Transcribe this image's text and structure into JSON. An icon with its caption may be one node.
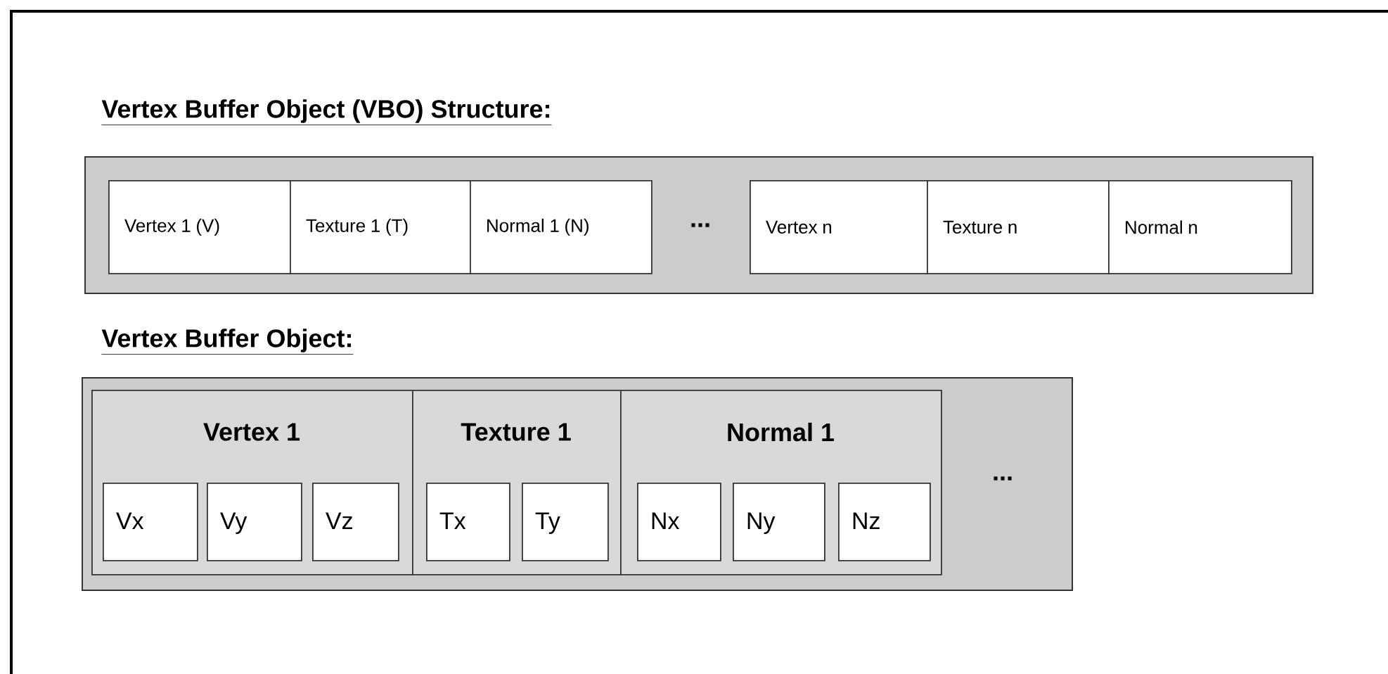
{
  "diagram": {
    "nodes": [
      {
        "text": [
          "Vertex Buffer Object (VBO) Structure:"
        ]
      },
      {
        "text": [
          "Vertex 1 (V)"
        ],
        "in": 0
      },
      {
        "text": [
          "Texture 1 (T)"
        ],
        "in": 0
      },
      {
        "text": [
          "Normal 1 (N)"
        ],
        "in": 0
      },
      {
        "text": [
          "Vertex n"
        ],
        "in": 0
      },
      {
        "text": [
          "Texture n"
        ],
        "in": 0
      },
      {
        "text": [
          "Normal n"
        ],
        "in": 0
      },
      {
        "text": [
          "Vertex Buffer Object:"
        ]
      },
      {
        "text": [
          "Vertex 1"
        ],
        "in": 7
      },
      {
        "text": [
          "Vx"
        ],
        "in": 8
      },
      {
        "text": [
          "Vy"
        ],
        "in": 8
      },
      {
        "text": [
          "Vz"
        ],
        "in": 8
      },
      {
        "text": [
          "Texture 1"
        ],
        "in": 7
      },
      {
        "text": [
          "Tx"
        ],
        "in": 12
      },
      {
        "text": [
          "Ty"
        ],
        "in": 12
      },
      {
        "text": [
          "Normal 1"
        ],
        "in": 7
      },
      {
        "text": [
          "Nx"
        ],
        "in": 15
      },
      {
        "text": [
          "Ny"
        ],
        "in": 15
      },
      {
        "text": [
          "Nz"
        ],
        "in": 15
      }
    ],
    "labels": [
      "...",
      "..."
    ]
  }
}
